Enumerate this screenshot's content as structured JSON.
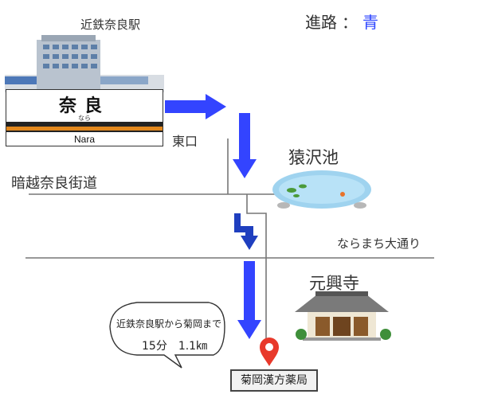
{
  "station": {
    "caption": "近鉄奈良駅",
    "sign_kanji": "奈良",
    "sign_kana": "なら",
    "sign_roman": "Nara"
  },
  "route": {
    "label": "進路",
    "separator": "：",
    "value": "青",
    "color": "#2f47ff"
  },
  "exit_label": "東口",
  "landmarks": {
    "pond": "猿沢池",
    "temple": "元興寺"
  },
  "streets": {
    "left": "暗越奈良街道",
    "right": "ならまち大通り"
  },
  "bubble": {
    "line1": "近鉄奈良駅から菊岡まで",
    "time": "15分",
    "distance": "1.1㎞"
  },
  "destination": {
    "name": "菊岡漢方薬局",
    "pin_color": "#e8392b"
  },
  "icons": [
    "station-building-icon",
    "pond-icon",
    "temple-icon",
    "location-pin-icon",
    "route-arrow-icon"
  ]
}
